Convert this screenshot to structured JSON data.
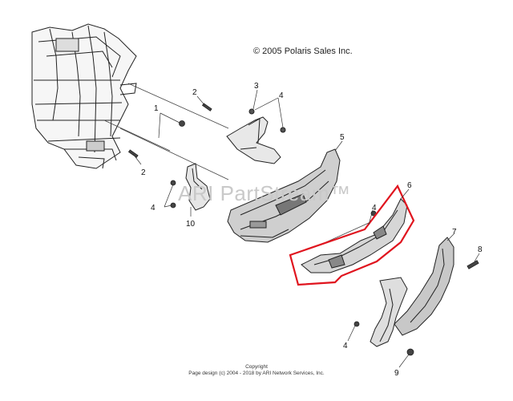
{
  "header": {
    "copyright": "© 2005 Polaris Sales Inc."
  },
  "watermark": {
    "text": "ARI PartStream™"
  },
  "footer": {
    "line1": "Copyright",
    "line2": "Page design (c) 2004 - 2018 by ARI Network Services, Inc."
  },
  "callouts": [
    {
      "id": "c1",
      "label": "1"
    },
    {
      "id": "c2a",
      "label": "2"
    },
    {
      "id": "c2b",
      "label": "2"
    },
    {
      "id": "c3",
      "label": "3"
    },
    {
      "id": "c4a",
      "label": "4"
    },
    {
      "id": "c4b",
      "label": "4"
    },
    {
      "id": "c4c",
      "label": "4"
    },
    {
      "id": "c4d",
      "label": "4"
    },
    {
      "id": "c5",
      "label": "5"
    },
    {
      "id": "c6",
      "label": "6"
    },
    {
      "id": "c7",
      "label": "7"
    },
    {
      "id": "c8",
      "label": "8"
    },
    {
      "id": "c9",
      "label": "9"
    },
    {
      "id": "c10",
      "label": "10"
    }
  ],
  "highlight": {
    "color": "#e0141e"
  }
}
